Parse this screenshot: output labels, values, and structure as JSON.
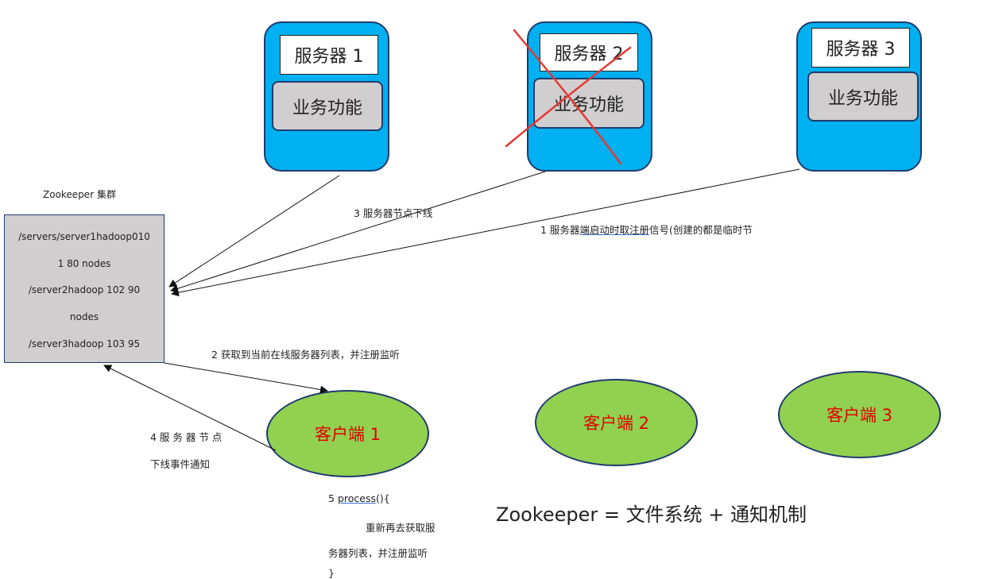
{
  "servers": [
    {
      "label": "服务器 1",
      "func": "业务功能"
    },
    {
      "label": "服务器 2",
      "func": "业务功能",
      "crossed_out": true
    },
    {
      "label": "服务器 3",
      "func": "业务功能"
    }
  ],
  "zookeeper": {
    "title": "Zookeeper 集群",
    "lines": [
      "/servers/server1hadoop010",
      "1 80 nodes",
      "/server2hadoop 102 90",
      "nodes",
      "/server3hadoop 103 95"
    ]
  },
  "clients": [
    "客户端 1",
    "客户端 2",
    "客户端 3"
  ],
  "notes": {
    "step1_prefix": "1  服务器",
    "step1_underlined": "端启动时取注册",
    "step1_suffix": "信号(创建的都是临时节",
    "step2": "2 获取到当前在线服务器列表，并注册监听",
    "step3": "3  服务器节点下线",
    "step4_line1": "4  服 务 器 节 点",
    "step4_line2": "下线事件通知",
    "step5_prefix": "5 ",
    "step5_underlined": "process",
    "step5_suffix": "(){",
    "step5_line2": "重新再去获取服",
    "step5_line3": "务器列表，并注册监听",
    "step5_line4": "}"
  },
  "formula": "Zookeeper =  文件系统  +  通知机制",
  "colors": {
    "server_fill": "#00b0f0",
    "func_fill": "#d0cece",
    "client_fill": "#92d050",
    "client_text": "#e00000",
    "cross": "#e53935",
    "border": "#1f3b6e"
  }
}
